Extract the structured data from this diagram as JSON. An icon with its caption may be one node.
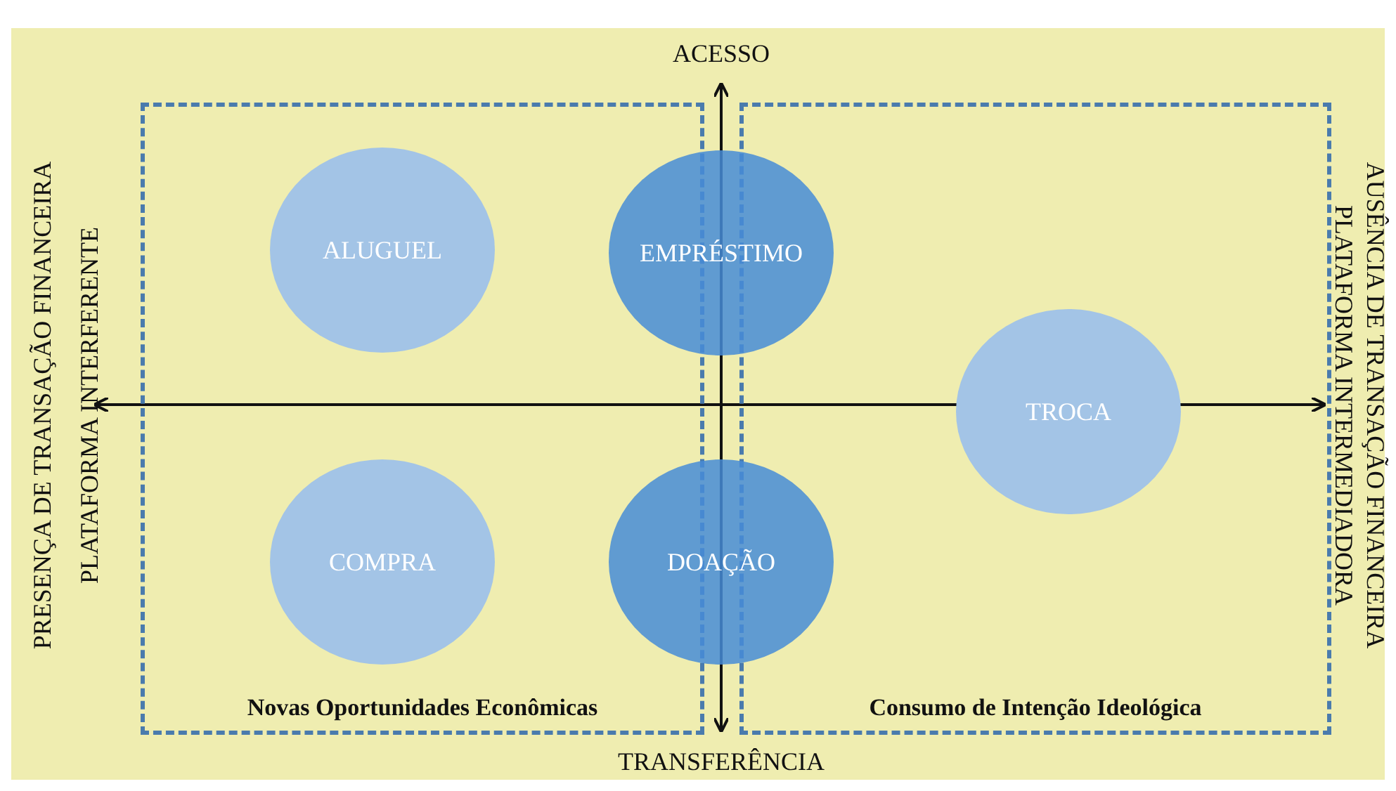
{
  "diagram": {
    "nodes": [
      {
        "text": [
          "Novas Oportunidades Econômicas"
        ]
      },
      {
        "text": [
          "Consumo de Intenção Ideológica"
        ]
      },
      {
        "text": [
          "ALUGUEL"
        ],
        "in": 0
      },
      {
        "text": [
          "EMPRÉSTIMO"
        ]
      },
      {
        "text": [
          "TROCA"
        ],
        "in": 1
      },
      {
        "text": [
          "COMPRA"
        ],
        "in": 0
      },
      {
        "text": [
          "DOAÇÃO"
        ]
      }
    ],
    "edges": [],
    "labels": [
      "ACESSO",
      "PRESENÇA DE TRANSAÇÃO FINANCEIRA",
      "PLATAFORMA INTERFERENTE",
      "AUSÊNCIA DE TRANSAÇÃO FINANCEIRA",
      "PLATAFORMA INTERMEDIADORA",
      "TRANSFERÊNCIA"
    ]
  }
}
